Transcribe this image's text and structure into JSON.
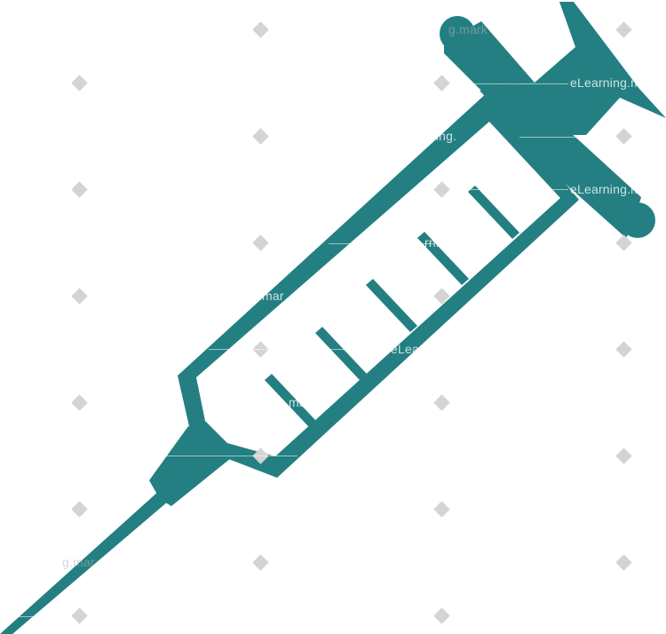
{
  "illustration": {
    "subject": "syringe-icon",
    "colors": {
      "syringe": "#237f82",
      "background": "#ffffff",
      "watermark_diamond": "#d4d4d4"
    }
  },
  "watermark": {
    "text_a": "eLearning.m",
    "text_b": "eLearning.m",
    "text_c": "g.mark",
    "text_d": "rning.",
    "text_e": "ng.mar",
    "text_f": "eLea",
    "text_g": "ng.mar",
    "text_h": "g.mar",
    "text_i": "rni"
  }
}
